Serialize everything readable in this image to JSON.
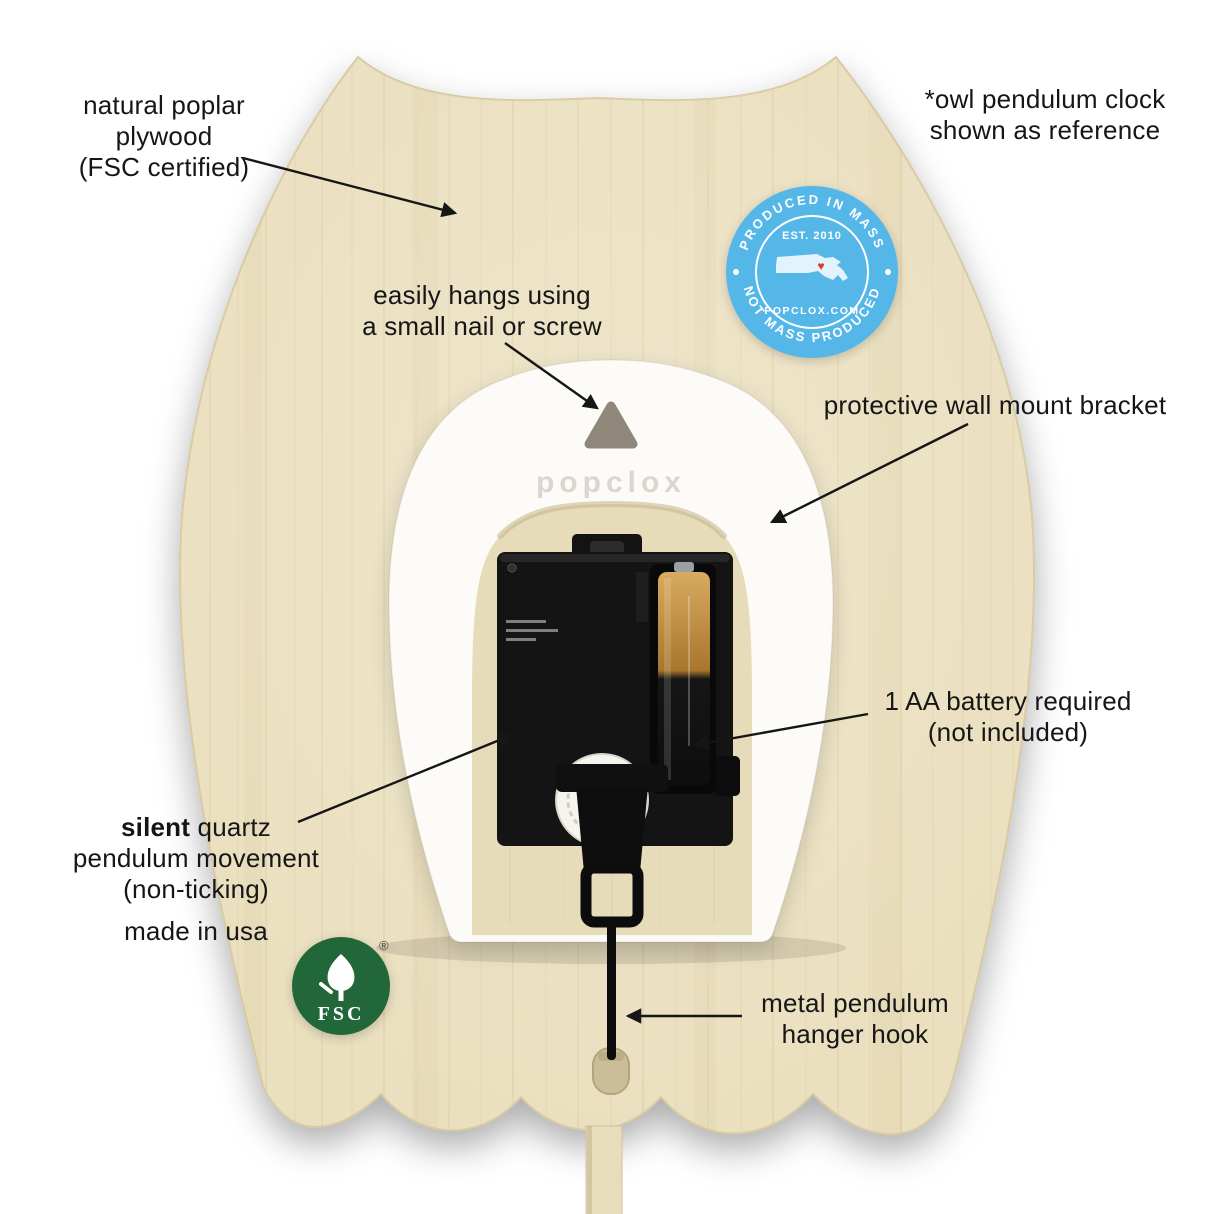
{
  "annotations": {
    "plywood": {
      "lines": [
        "natural poplar",
        "plywood",
        "(FSC certified)"
      ]
    },
    "reference": {
      "lines": [
        "*owl pendulum clock",
        "shown as reference"
      ]
    },
    "hanging": {
      "lines": [
        "easily hangs using",
        "a small nail or screw"
      ]
    },
    "bracket": {
      "label": "protective wall mount bracket"
    },
    "battery": {
      "lines": [
        "1 AA battery required",
        "(not included)"
      ]
    },
    "movement": {
      "bold_word": "silent",
      "after_bold": " quartz",
      "lines": [
        "pendulum movement",
        "(non-ticking)"
      ],
      "made_in": "made in usa"
    },
    "hook": {
      "lines": [
        "metal pendulum",
        "hanger hook"
      ]
    }
  },
  "badge": {
    "arc_top": "PRODUCED IN MASS",
    "arc_bottom": "NOT MASS PRODUCED",
    "established": "EST. 2010",
    "website": "POPCLOX.COM"
  },
  "fsc_logo": {
    "label": "FSC",
    "registered": "®"
  },
  "bracket_embossed": "popclox",
  "colors": {
    "wood": "#eadfbe",
    "wood-grain": "#d6c79c",
    "bracket": "#fcfbf7",
    "cavity": "#e7dcba",
    "badge-blue": "#54b7e8",
    "fsc-green": "#21673a",
    "heart-red": "#e0382e",
    "ink": "#161616"
  }
}
